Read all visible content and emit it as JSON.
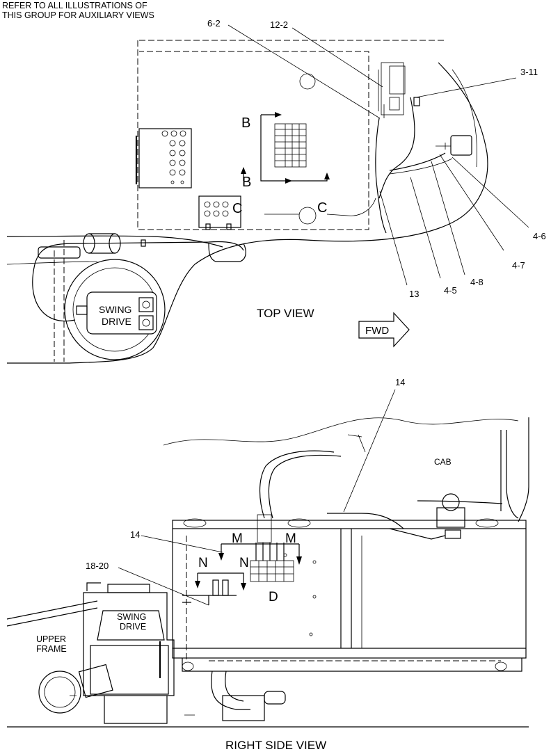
{
  "note": {
    "line1": "REFER TO ALL ILLUSTRATIONS OF",
    "line2": "THIS GROUP FOR AUXILIARY VIEWS"
  },
  "top_view": {
    "title": "TOP VIEW",
    "fwd": "FWD",
    "swing_drive": [
      "SWING",
      "DRIVE"
    ],
    "callouts": [
      "6-2",
      "12-2",
      "3-11",
      "4-6",
      "4-7",
      "4-8",
      "4-5",
      "13"
    ],
    "section_letters": {
      "b_upper": "B",
      "b_lower": "B",
      "c_left": "C",
      "c_right": "C"
    }
  },
  "side_view": {
    "title": "RIGHT SIDE VIEW",
    "cab": "CAB",
    "swing_drive": [
      "SWING",
      "DRIVE"
    ],
    "upper_frame": [
      "UPPER",
      "FRAME"
    ],
    "callouts": [
      "14",
      "14",
      "18-20"
    ],
    "section_letters": {
      "m_left": "M",
      "m_right": "M",
      "n_left": "N",
      "n_right": "N",
      "d": "D"
    }
  }
}
